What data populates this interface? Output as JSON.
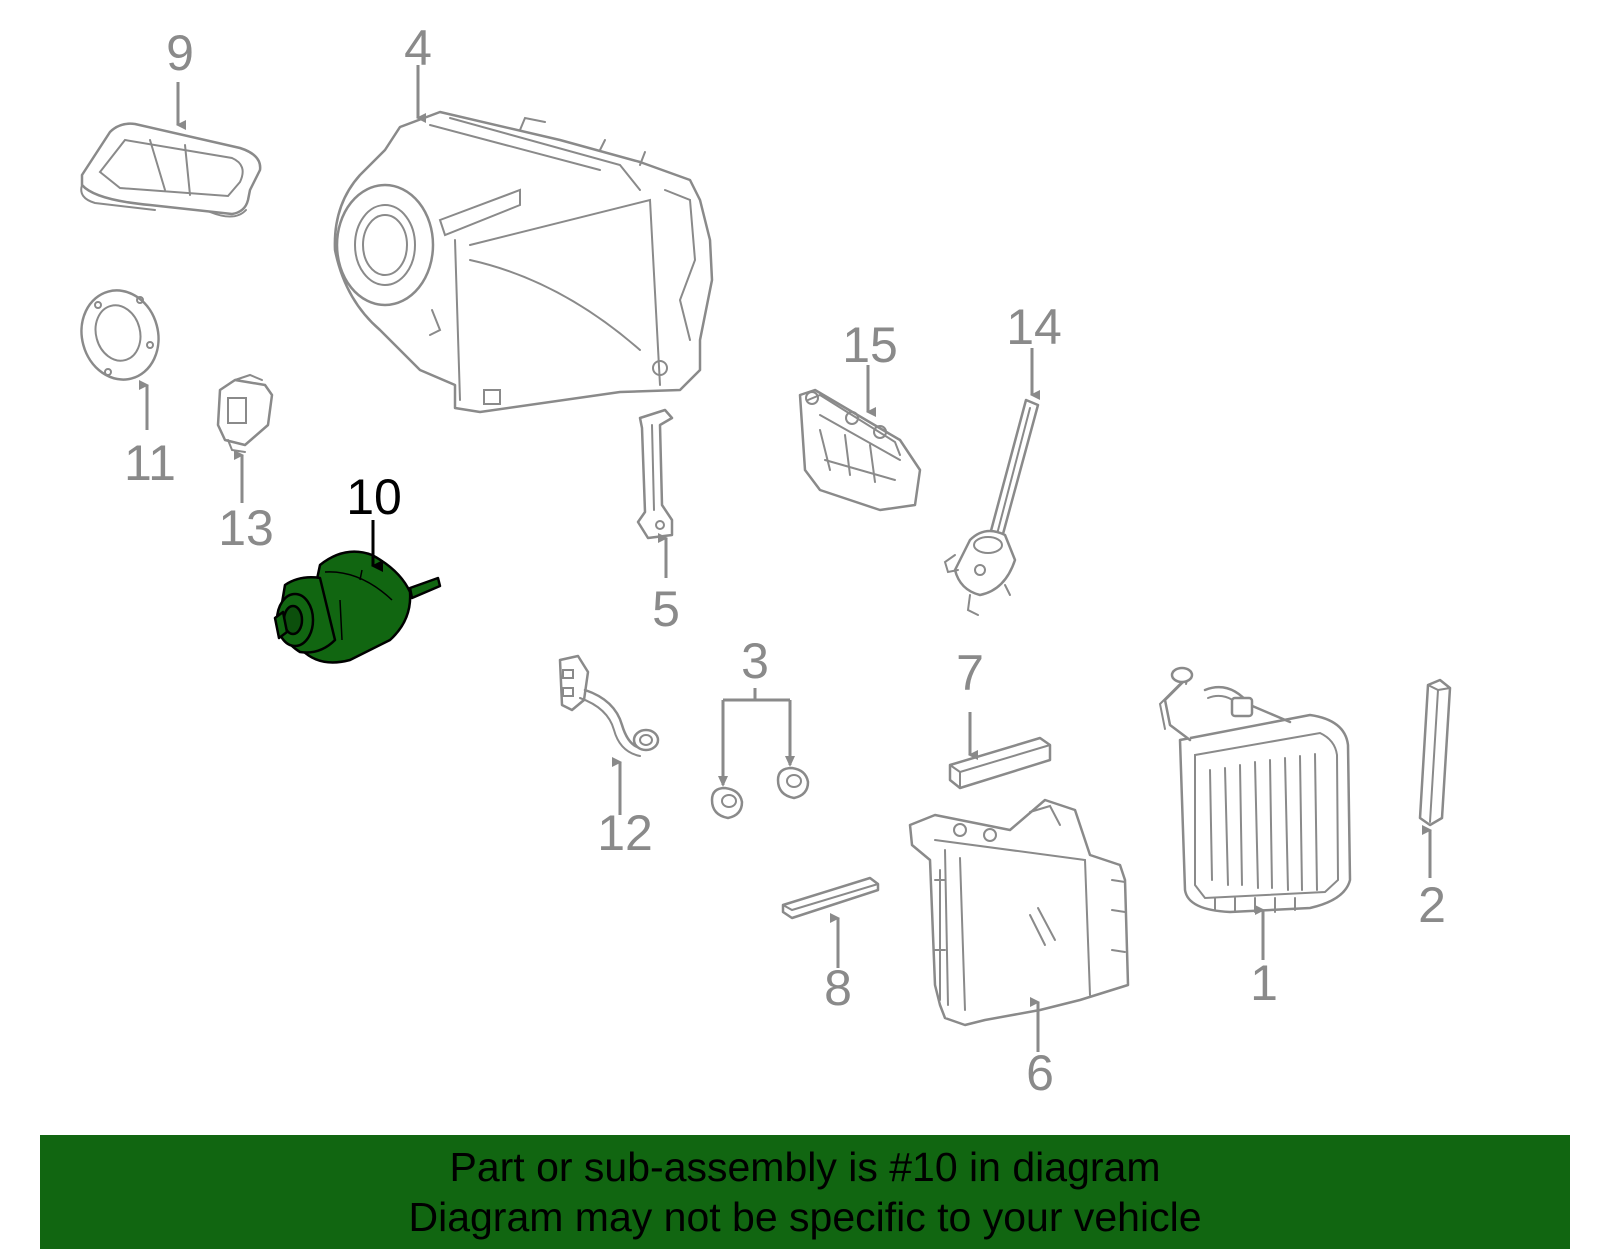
{
  "callouts": {
    "c1": "1",
    "c2": "2",
    "c3": "3",
    "c4": "4",
    "c5": "5",
    "c6": "6",
    "c7": "7",
    "c8": "8",
    "c9": "9",
    "c10": "10",
    "c11": "11",
    "c12": "12",
    "c13": "13",
    "c14": "14",
    "c15": "15"
  },
  "highlight": {
    "part": "10",
    "fill_color": "#116611",
    "outline_color": "#000000"
  },
  "colors": {
    "line": "#8a8a8a",
    "banner_bg": "#116611",
    "banner_text": "#000000"
  },
  "banner": {
    "line1": "Part or sub-assembly is #10 in diagram",
    "line2": "Diagram may not be specific to your vehicle"
  }
}
